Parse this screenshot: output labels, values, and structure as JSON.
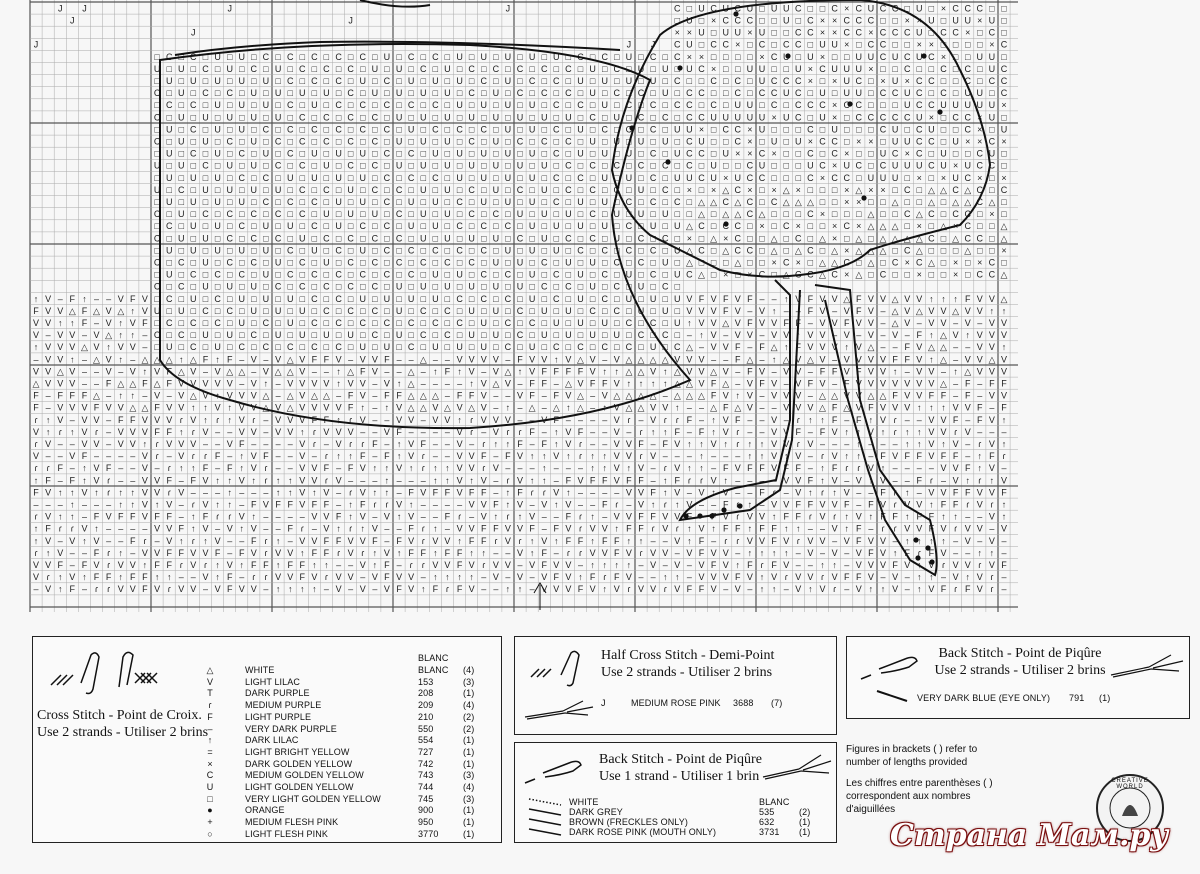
{
  "cross_stitch": {
    "title_line1": "Cross Stitch - Point de Croix.",
    "title_line2": "Use 2 strands - Utiliser 2 brins",
    "brand_header": "BLANC",
    "items": [
      {
        "symbol": "△",
        "name": "WHITE",
        "code": "BLANC",
        "count": "(4)"
      },
      {
        "symbol": "V",
        "name": "LIGHT LILAC",
        "code": "153",
        "count": "(3)"
      },
      {
        "symbol": "T",
        "name": "DARK PURPLE",
        "code": "208",
        "count": "(1)"
      },
      {
        "symbol": "ɾ",
        "name": "MEDIUM PURPLE",
        "code": "209",
        "count": "(4)"
      },
      {
        "symbol": "F",
        "name": "LIGHT PURPLE",
        "code": "210",
        "count": "(2)"
      },
      {
        "symbol": "–",
        "name": "VERY DARK PURPLE",
        "code": "550",
        "count": "(2)"
      },
      {
        "symbol": "↑",
        "name": "DARK LILAC",
        "code": "554",
        "count": "(1)"
      },
      {
        "symbol": "=",
        "name": "LIGHT BRIGHT YELLOW",
        "code": "727",
        "count": "(1)"
      },
      {
        "symbol": "×",
        "name": "DARK GOLDEN YELLOW",
        "code": "742",
        "count": "(1)"
      },
      {
        "symbol": "C",
        "name": "MEDIUM GOLDEN YELLOW",
        "code": "743",
        "count": "(3)"
      },
      {
        "symbol": "U",
        "name": "LIGHT GOLDEN YELLOW",
        "code": "744",
        "count": "(4)"
      },
      {
        "symbol": "□",
        "name": "VERY LIGHT GOLDEN YELLOW",
        "code": "745",
        "count": "(3)"
      },
      {
        "symbol": "●",
        "name": "ORANGE",
        "code": "900",
        "count": "(1)"
      },
      {
        "symbol": "+",
        "name": "MEDIUM FLESH PINK",
        "code": "950",
        "count": "(1)"
      },
      {
        "symbol": "○",
        "name": "LIGHT FLESH PINK",
        "code": "3770",
        "count": "(1)"
      }
    ]
  },
  "half_cross": {
    "title_line1": "Half Cross Stitch - Demi-Point",
    "title_line2": "Use 2 strands - Utiliser 2 brins",
    "symbol": "J",
    "name": "MEDIUM ROSE PINK",
    "code": "3688",
    "count": "(7)"
  },
  "back_stitch_2": {
    "title_line1": "Back Stitch - Point de Piqûre",
    "title_line2": "Use 2 strands - Utiliser 2 brins",
    "name": "VERY DARK BLUE (EYE ONLY)",
    "code": "791",
    "count": "(1)"
  },
  "back_stitch_1": {
    "title_line1": "Back Stitch - Point de Piqûre",
    "title_line2": "Use 1 strand - Utiliser 1 brin",
    "brand_header": "BLANC",
    "items": [
      {
        "name": "WHITE",
        "code": "",
        "count": ""
      },
      {
        "name": "DARK GREY",
        "code": "535",
        "count": "(2)"
      },
      {
        "name": "BROWN (FRECKLES ONLY)",
        "code": "632",
        "count": "(1)"
      },
      {
        "name": "DARK ROSE PINK (MOUTH ONLY)",
        "code": "3731",
        "count": "(1)"
      }
    ]
  },
  "notes": {
    "en1": "Figures in brackets ( ) refer to",
    "en2": "number of lengths provided",
    "fr1": "Les chiffres entre parenthèses ( )",
    "fr2": "correspondent aux nombres",
    "fr3": "d'aiguillées"
  },
  "logo_text": "CREATIVE WORLD",
  "watermark": "Страна Мам.ру"
}
